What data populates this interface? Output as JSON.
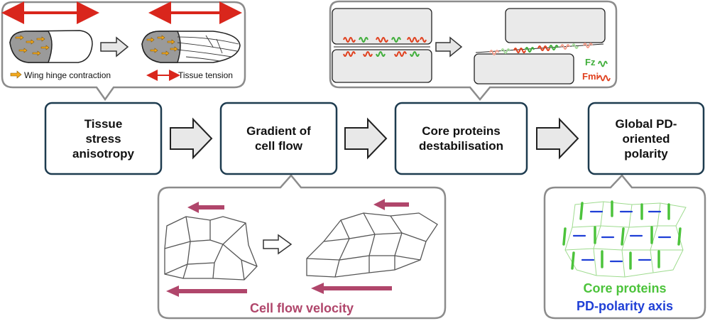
{
  "steps": [
    {
      "label": "Tissue\nstress\nanisotropy"
    },
    {
      "label": "Gradient of\ncell flow"
    },
    {
      "label": "Core proteins\ndestabilisation"
    },
    {
      "label": "Global PD-\noriented\npolarity"
    }
  ],
  "callouts": {
    "wing": {
      "hinge_legend": "Wing hinge contraction",
      "tension_legend": "Tissue tension"
    },
    "proteins": {
      "fz_label": "Fz",
      "fmi_label": "Fmi"
    },
    "flow": {
      "caption": "Cell flow velocity"
    },
    "polarity": {
      "caption_core": "Core proteins",
      "caption_axis": "PD-polarity axis"
    }
  },
  "colors": {
    "box_border": "#1d3b4f",
    "callout_border": "#8c8c8c",
    "tension_red": "#d9261c",
    "hinge_orange": "#f2a91f",
    "flow_arrow": "#b0466b",
    "core_green": "#4cc33b",
    "axis_blue": "#1f3fd6",
    "fmi_red": "#e0401e",
    "fz_green": "#3fae3a"
  }
}
